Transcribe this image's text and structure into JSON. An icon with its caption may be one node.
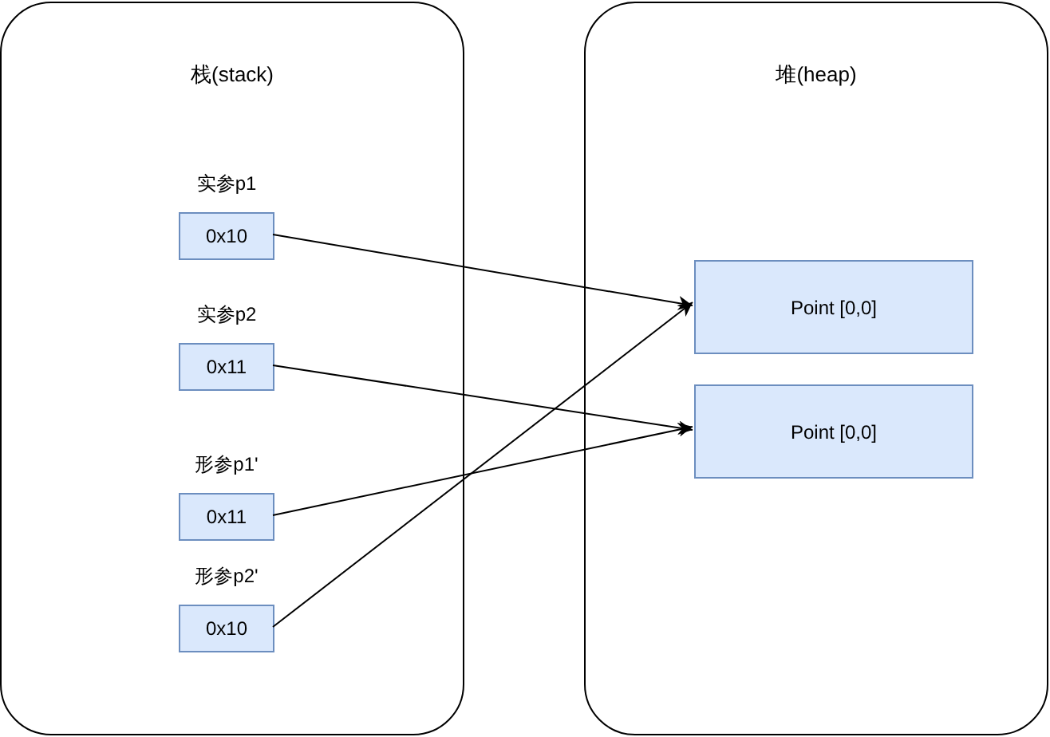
{
  "diagram": {
    "nodes": [
      {
        "text": [
          "栈(stack)"
        ]
      },
      {
        "text": [
          "实参p1",
          "0x10"
        ],
        "in": 0
      },
      {
        "text": [
          "实参p2",
          "0x11"
        ],
        "in": 0
      },
      {
        "text": [
          "形参p1'",
          "0x11"
        ],
        "in": 0
      },
      {
        "text": [
          "形参p2'",
          "0x10"
        ],
        "in": 0
      },
      {
        "text": [
          "堆(heap)"
        ]
      },
      {
        "text": [
          "Point [0,0]"
        ],
        "in": 5
      },
      {
        "text": [
          "Point [0,0]"
        ],
        "in": 5
      }
    ],
    "edges": [
      {
        "from": 1,
        "to": 6,
        "arrow": "to"
      },
      {
        "from": 2,
        "to": 7,
        "arrow": "to"
      },
      {
        "from": 3,
        "to": 7,
        "arrow": "to"
      },
      {
        "from": 4,
        "to": 6,
        "arrow": "to"
      }
    ]
  }
}
